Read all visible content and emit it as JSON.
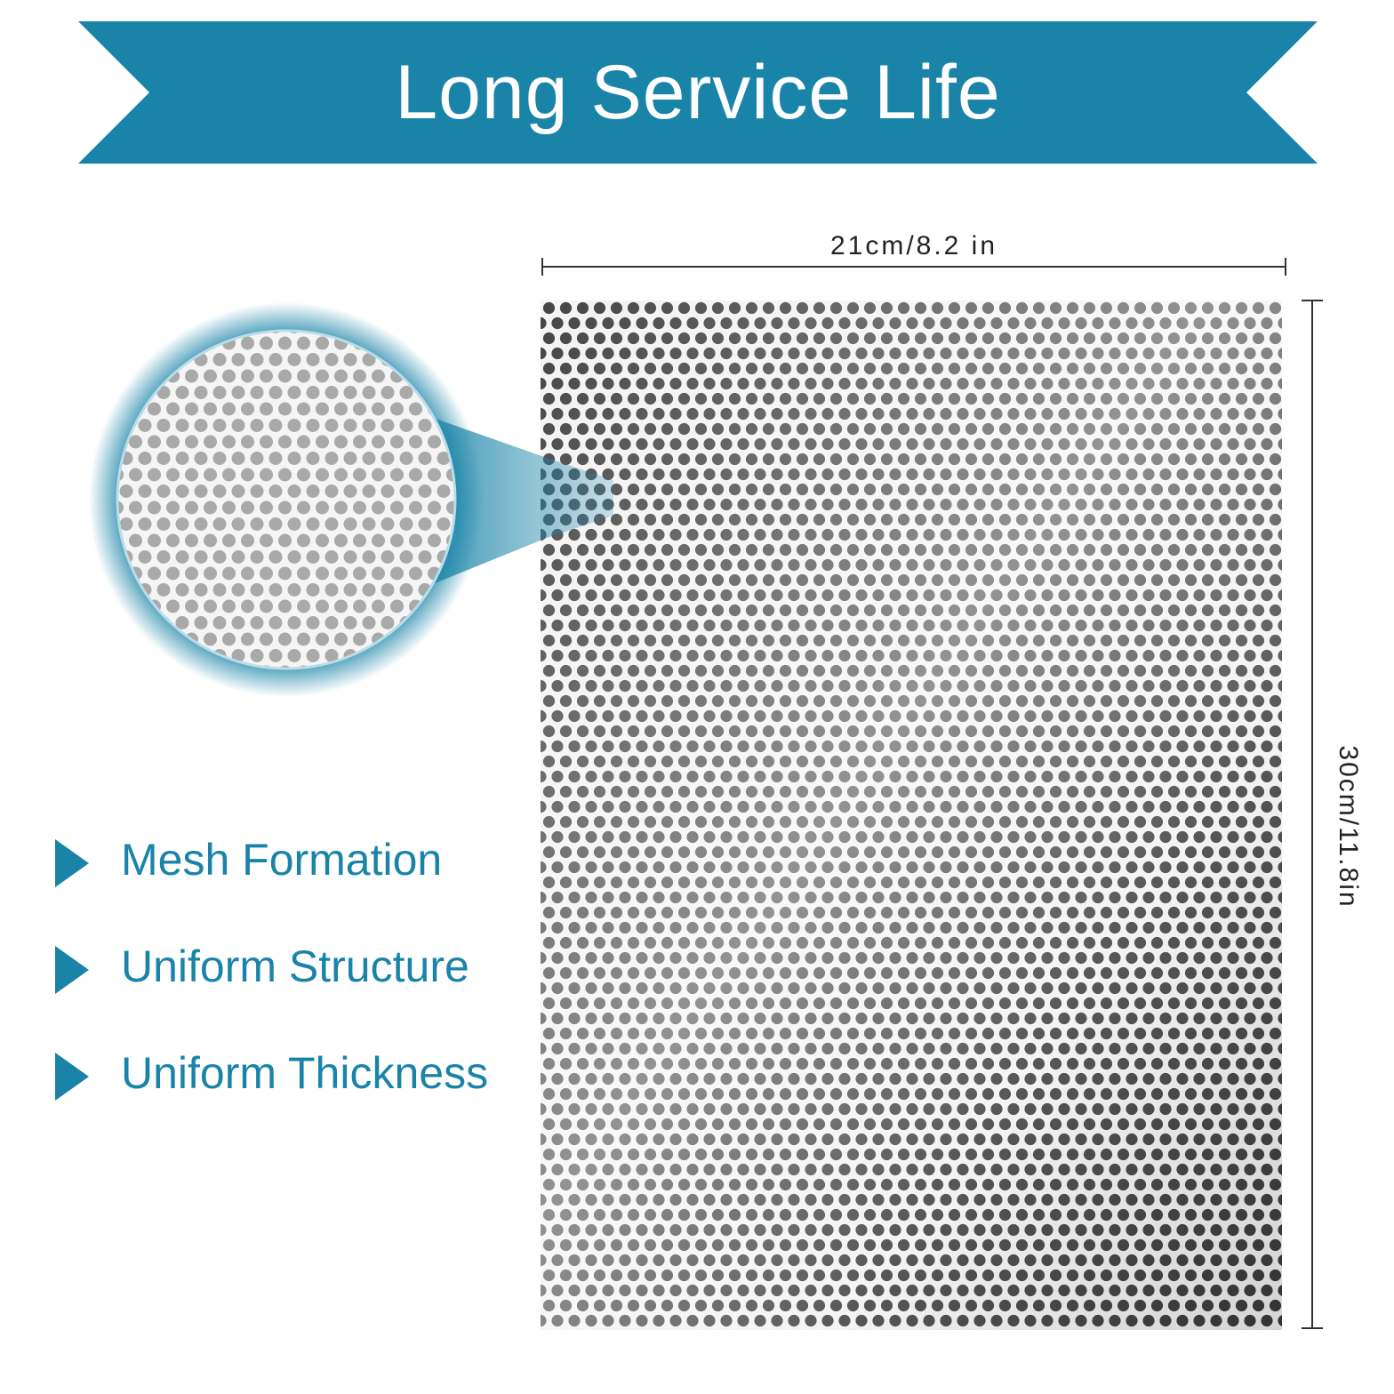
{
  "banner": {
    "title": "Long Service Life",
    "color": "#1a84a8"
  },
  "dimensions": {
    "width_label": "21cm/8.2  in",
    "height_label": "30cm/11.8in"
  },
  "features": [
    {
      "label": "Mesh Formation",
      "icon": "play-arrow-icon"
    },
    {
      "label": "Uniform Structure",
      "icon": "play-arrow-icon"
    },
    {
      "label": "Uniform Thickness",
      "icon": "play-arrow-icon"
    }
  ],
  "colors": {
    "accent": "#1a84a8",
    "sheet_holes": "#3a3a3a",
    "sheet_metal": "#f2f2f2"
  }
}
